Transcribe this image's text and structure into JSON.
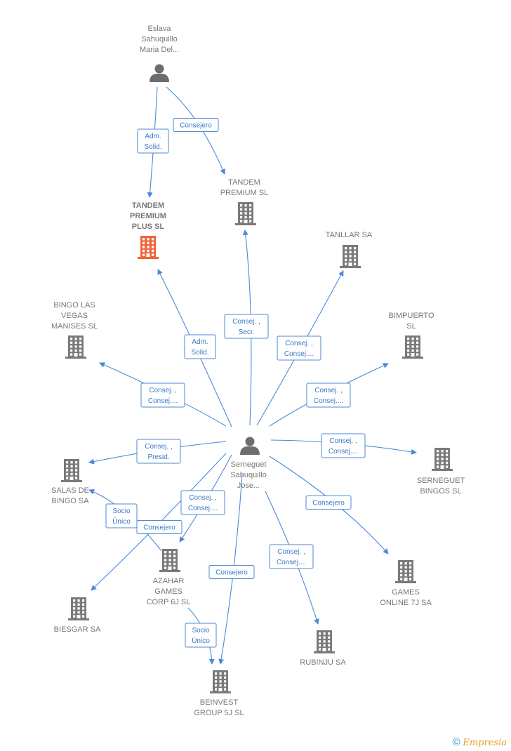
{
  "colors": {
    "edge": "#4a8ad6",
    "building": "#7a7a7a",
    "highlight": "#f0643a",
    "person": "#6d6d6d"
  },
  "nodes": [
    {
      "id": "eslava",
      "type": "person",
      "lines": [
        "Eslava",
        "Sahuquillo",
        "Maria Del..."
      ]
    },
    {
      "id": "serneguet",
      "type": "person",
      "lines": [
        "Serneguet",
        "Sahuquillo",
        "Jose..."
      ]
    },
    {
      "id": "tandem_plus",
      "type": "company",
      "highlight": true,
      "lines": [
        "TANDEM",
        "PREMIUM",
        "PLUS  SL"
      ]
    },
    {
      "id": "tandem_premium",
      "type": "company",
      "lines": [
        "TANDEM",
        "PREMIUM  SL"
      ]
    },
    {
      "id": "tanllar",
      "type": "company",
      "lines": [
        "TANLLAR SA"
      ]
    },
    {
      "id": "bimpuerto",
      "type": "company",
      "lines": [
        "BIMPUERTO",
        "SL"
      ]
    },
    {
      "id": "bingo_vegas",
      "type": "company",
      "lines": [
        "BINGO LAS",
        "VEGAS",
        "MANISES  SL"
      ]
    },
    {
      "id": "salas_bingo",
      "type": "company",
      "lines": [
        "SALAS DE",
        "BINGO SA"
      ]
    },
    {
      "id": "serneguet_bingos",
      "type": "company",
      "lines": [
        "SERNEGUET",
        "BINGOS  SL"
      ]
    },
    {
      "id": "azahar",
      "type": "company",
      "lines": [
        "AZAHAR",
        "GAMES",
        "CORP 6J  SL"
      ]
    },
    {
      "id": "games_online",
      "type": "company",
      "lines": [
        "GAMES",
        "ONLINE 7J SA"
      ]
    },
    {
      "id": "biesgar",
      "type": "company",
      "lines": [
        "BIESGAR SA"
      ]
    },
    {
      "id": "rubinju",
      "type": "company",
      "lines": [
        "RUBINJU SA"
      ]
    },
    {
      "id": "beinvest",
      "type": "company",
      "lines": [
        "BEINVEST",
        "GROUP 5J  SL"
      ]
    }
  ],
  "edges": [
    {
      "from": "eslava",
      "to": "tandem_plus",
      "label": [
        "Adm.",
        "Solid."
      ]
    },
    {
      "from": "eslava",
      "to": "tandem_premium",
      "label": [
        "Consejero"
      ]
    },
    {
      "from": "serneguet",
      "to": "tandem_plus",
      "label": [
        "Adm.",
        "Solid."
      ]
    },
    {
      "from": "serneguet",
      "to": "tandem_premium",
      "label": [
        "Consej. ,",
        "Secr."
      ]
    },
    {
      "from": "serneguet",
      "to": "tanllar",
      "label": [
        "Consej. ,",
        "Consej...."
      ]
    },
    {
      "from": "serneguet",
      "to": "bimpuerto",
      "label": [
        "Consej. ,",
        "Consej...."
      ]
    },
    {
      "from": "serneguet",
      "to": "bingo_vegas",
      "label": [
        "Consej. ,",
        "Consej...."
      ]
    },
    {
      "from": "serneguet",
      "to": "salas_bingo",
      "label": [
        "Consej. ,",
        "Presid."
      ]
    },
    {
      "from": "serneguet",
      "to": "serneguet_bingos",
      "label": [
        "Consej. ,",
        "Consej...."
      ]
    },
    {
      "from": "serneguet",
      "to": "azahar",
      "label": [
        "Consej. ,",
        "Consej...."
      ]
    },
    {
      "from": "serneguet",
      "to": "biesgar",
      "label": [
        "Consejero"
      ]
    },
    {
      "from": "serneguet",
      "to": "games_online",
      "label": [
        "Consejero"
      ]
    },
    {
      "from": "serneguet",
      "to": "rubinju",
      "label": [
        "Consej. ,",
        "Consej...."
      ]
    },
    {
      "from": "serneguet",
      "to": "beinvest",
      "label": [
        "Consejero"
      ]
    },
    {
      "from": "azahar",
      "to": "salas_bingo",
      "label": [
        "Socio",
        "Único"
      ]
    },
    {
      "from": "azahar",
      "to": "beinvest",
      "label": [
        "Socio",
        "Único"
      ]
    }
  ],
  "footer": {
    "copyright": "©",
    "brand": "Empresia"
  }
}
